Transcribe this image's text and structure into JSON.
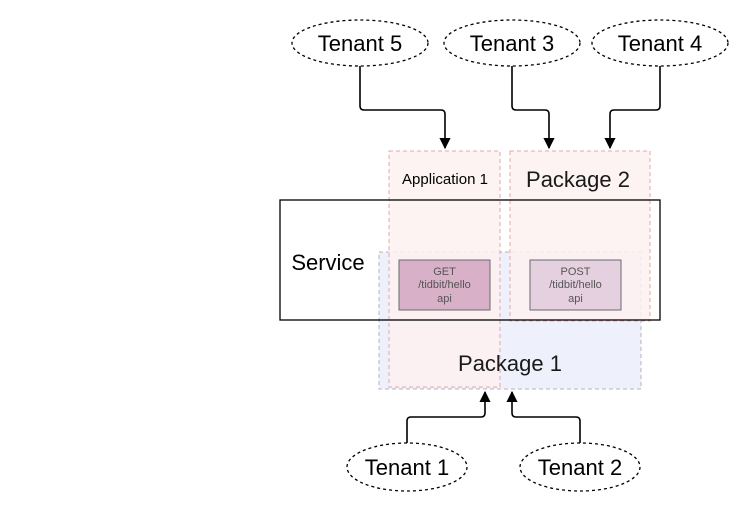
{
  "tenants": {
    "tenant5": "Tenant 5",
    "tenant3": "Tenant 3",
    "tenant4": "Tenant 4",
    "tenant1": "Tenant 1",
    "tenant2": "Tenant 2"
  },
  "areas": {
    "application1": "Application 1",
    "package2": "Package 2",
    "package1": "Package 1",
    "service": "Service"
  },
  "endpoints": {
    "get": {
      "method": "GET",
      "path": "/tidbit/hello",
      "suffix": "api"
    },
    "post": {
      "method": "POST",
      "path": "/tidbit/hello",
      "suffix": "api"
    }
  },
  "colors": {
    "pink_region_fill": "#fdf1f1",
    "pink_region_stroke": "#e3a8a8",
    "blue_region_fill": "#eef1fb",
    "blue_region_stroke": "#b5b5b5",
    "get_box_fill": "#d8b0c8",
    "post_box_fill": "#e4d0df",
    "endpoint_stroke": "#6a6a6a",
    "line": "#000000"
  }
}
